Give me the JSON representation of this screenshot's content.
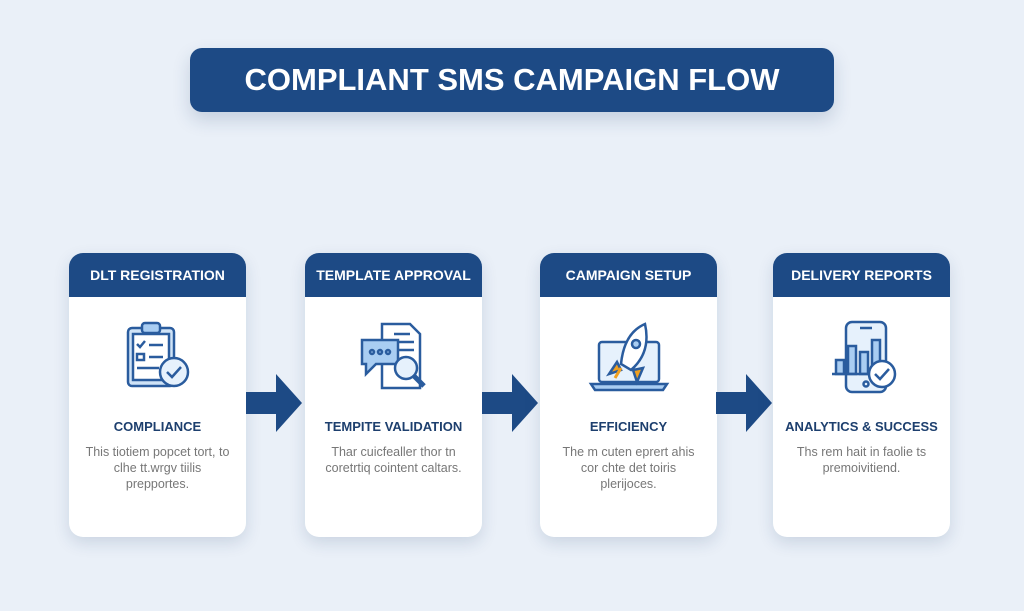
{
  "title": "COMPLIANT SMS CAMPAIGN FLOW",
  "steps": [
    {
      "header": "DLT REGISTRATION",
      "subtitle": "COMPLIANCE",
      "description": "This tiotiem popcet tort, to clhe tt.wrgv tiilis prepportes.",
      "icon": "clipboard-check-icon"
    },
    {
      "header": "TEMPLATE APPROVAL",
      "subtitle": "TEMPITE VALIDATION",
      "description": "Thar cuicfealler thor tn coretrtiq cointent caltars.",
      "icon": "document-search-icon"
    },
    {
      "header": "CAMPAIGN SETUP",
      "subtitle": "EFFICIENCY",
      "description": "The m cuten eprert ahis cor chte det toiris plerijoces.",
      "icon": "laptop-rocket-icon"
    },
    {
      "header": "DELIVERY REPORTS",
      "subtitle": "ANALYTICS & SUCCESS",
      "description": "Ths rem hait in faolie ts premoivitiend.",
      "icon": "phone-analytics-icon"
    }
  ],
  "colors": {
    "primary": "#1d4a85",
    "icon_fill": "#a9cdf2",
    "icon_stroke": "#2a5c9e",
    "accent": "#f0a020"
  }
}
